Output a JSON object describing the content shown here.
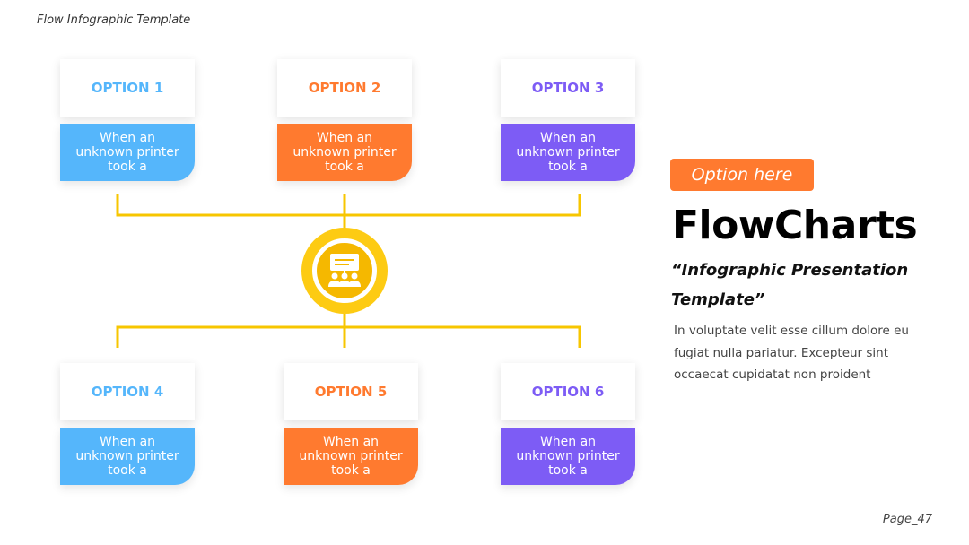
{
  "header": {
    "title": "Flow Infographic Template"
  },
  "footer": {
    "page": "Page_47"
  },
  "colors": {
    "blue": "#55b6fb",
    "orange": "#ff7a2f",
    "purple": "#7d5cf5",
    "yellow": "#f7c600"
  },
  "options": [
    {
      "title": "OPTION 1",
      "text": "When an unknown printer took a",
      "color": "blue"
    },
    {
      "title": "OPTION 2",
      "text": "When an unknown printer took a",
      "color": "orange"
    },
    {
      "title": "OPTION 3",
      "text": "When an unknown printer took a",
      "color": "purple"
    },
    {
      "title": "OPTION 4",
      "text": "When an unknown printer took a",
      "color": "blue"
    },
    {
      "title": "OPTION 5",
      "text": "When an unknown printer took a",
      "color": "orange"
    },
    {
      "title": "OPTION 6",
      "text": "When an unknown printer took a",
      "color": "purple"
    }
  ],
  "hub": {
    "icon": "presentation-audience-icon"
  },
  "side": {
    "badge": "Option here",
    "title": "FlowCharts",
    "subtitle": "“Infographic Presentation Template”",
    "description": "In voluptate velit esse cillum dolore eu fugiat nulla pariatur. Excepteur sint occaecat cupidatat non proident"
  }
}
